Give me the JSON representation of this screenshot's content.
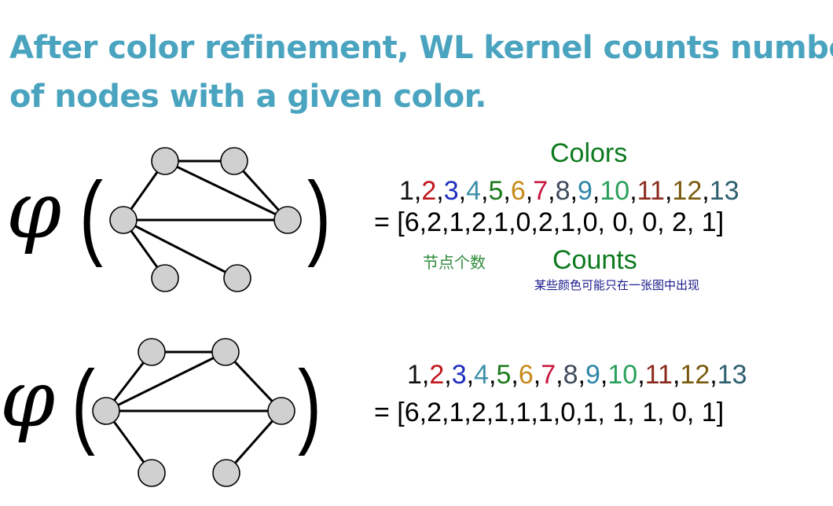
{
  "title": {
    "line1": "After color refinement, WL kernel counts number",
    "line2": "of nodes with a given color."
  },
  "phi_symbol": "φ",
  "paren_open": "(",
  "paren_close": ")",
  "colors_label": "Colors",
  "counts_label": "Counts",
  "annotations": {
    "node_count": "节点个数",
    "some_colors": "某些颜色可能只在一张图中出现"
  },
  "color_indices": [
    "1",
    "2",
    "3",
    "4",
    "5",
    "6",
    "7",
    "8",
    "9",
    "10",
    "11",
    "12",
    "13"
  ],
  "index_colors": [
    "#111111",
    "#c0161c",
    "#1f2fbf",
    "#3d8fa8",
    "#1d7a1e",
    "#c88a1a",
    "#c8183e",
    "#3f4a5a",
    "#2e86a8",
    "#2aa05a",
    "#8a2a1c",
    "#7a5a0e",
    "#2e5f70"
  ],
  "graph1_counts": "= [6,2,1,2,1,0,2,1,0, 0,  0,  2,  1]",
  "graph2_counts": "= [6,2,1,2,1,1,1,0,1, 1,  1,  0,  1]",
  "colors": {
    "title": "#4aa4c0",
    "label_green": "#0d7a1e",
    "annotation_green": "#2e8b3a",
    "annotation_blue": "#1a1a8c",
    "node_fill": "#d0d0d0"
  }
}
